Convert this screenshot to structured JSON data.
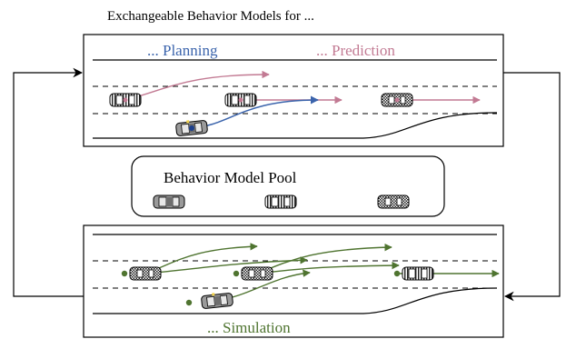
{
  "title": "Exchangeable Behavior Models for ...",
  "top_panel": {
    "planning_label": "... Planning",
    "prediction_label": "... Prediction"
  },
  "pool": {
    "label": "Behavior Model Pool"
  },
  "bottom_panel": {
    "simulation_label": "... Simulation"
  },
  "colors": {
    "planning": "#3b64ac",
    "prediction": "#c27a93",
    "simulation": "#4f7430",
    "ego_car": "#8a8a8a",
    "frame": "#000000"
  }
}
